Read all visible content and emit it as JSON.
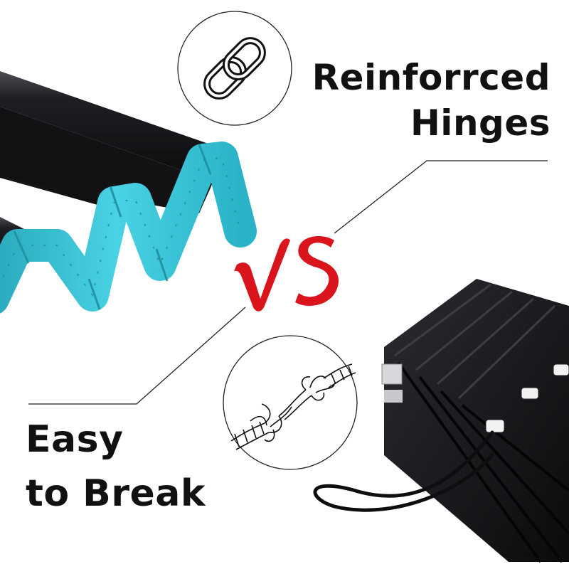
{
  "top_label": {
    "line1": "Reinforrced",
    "line2": "Hinges"
  },
  "bottom_label": {
    "line1": "Easy",
    "line2": "to Break"
  },
  "vs_text": "VS",
  "colors": {
    "background": "#ffffff",
    "text": "#111111",
    "hinge_plastic": "#3cc6d8",
    "aluminum_black": "#1a1b1f",
    "vs_red": "#d9141c"
  },
  "icons": {
    "top_circle": "chain-link-icon",
    "bottom_circle": "frayed-rope-icon"
  }
}
